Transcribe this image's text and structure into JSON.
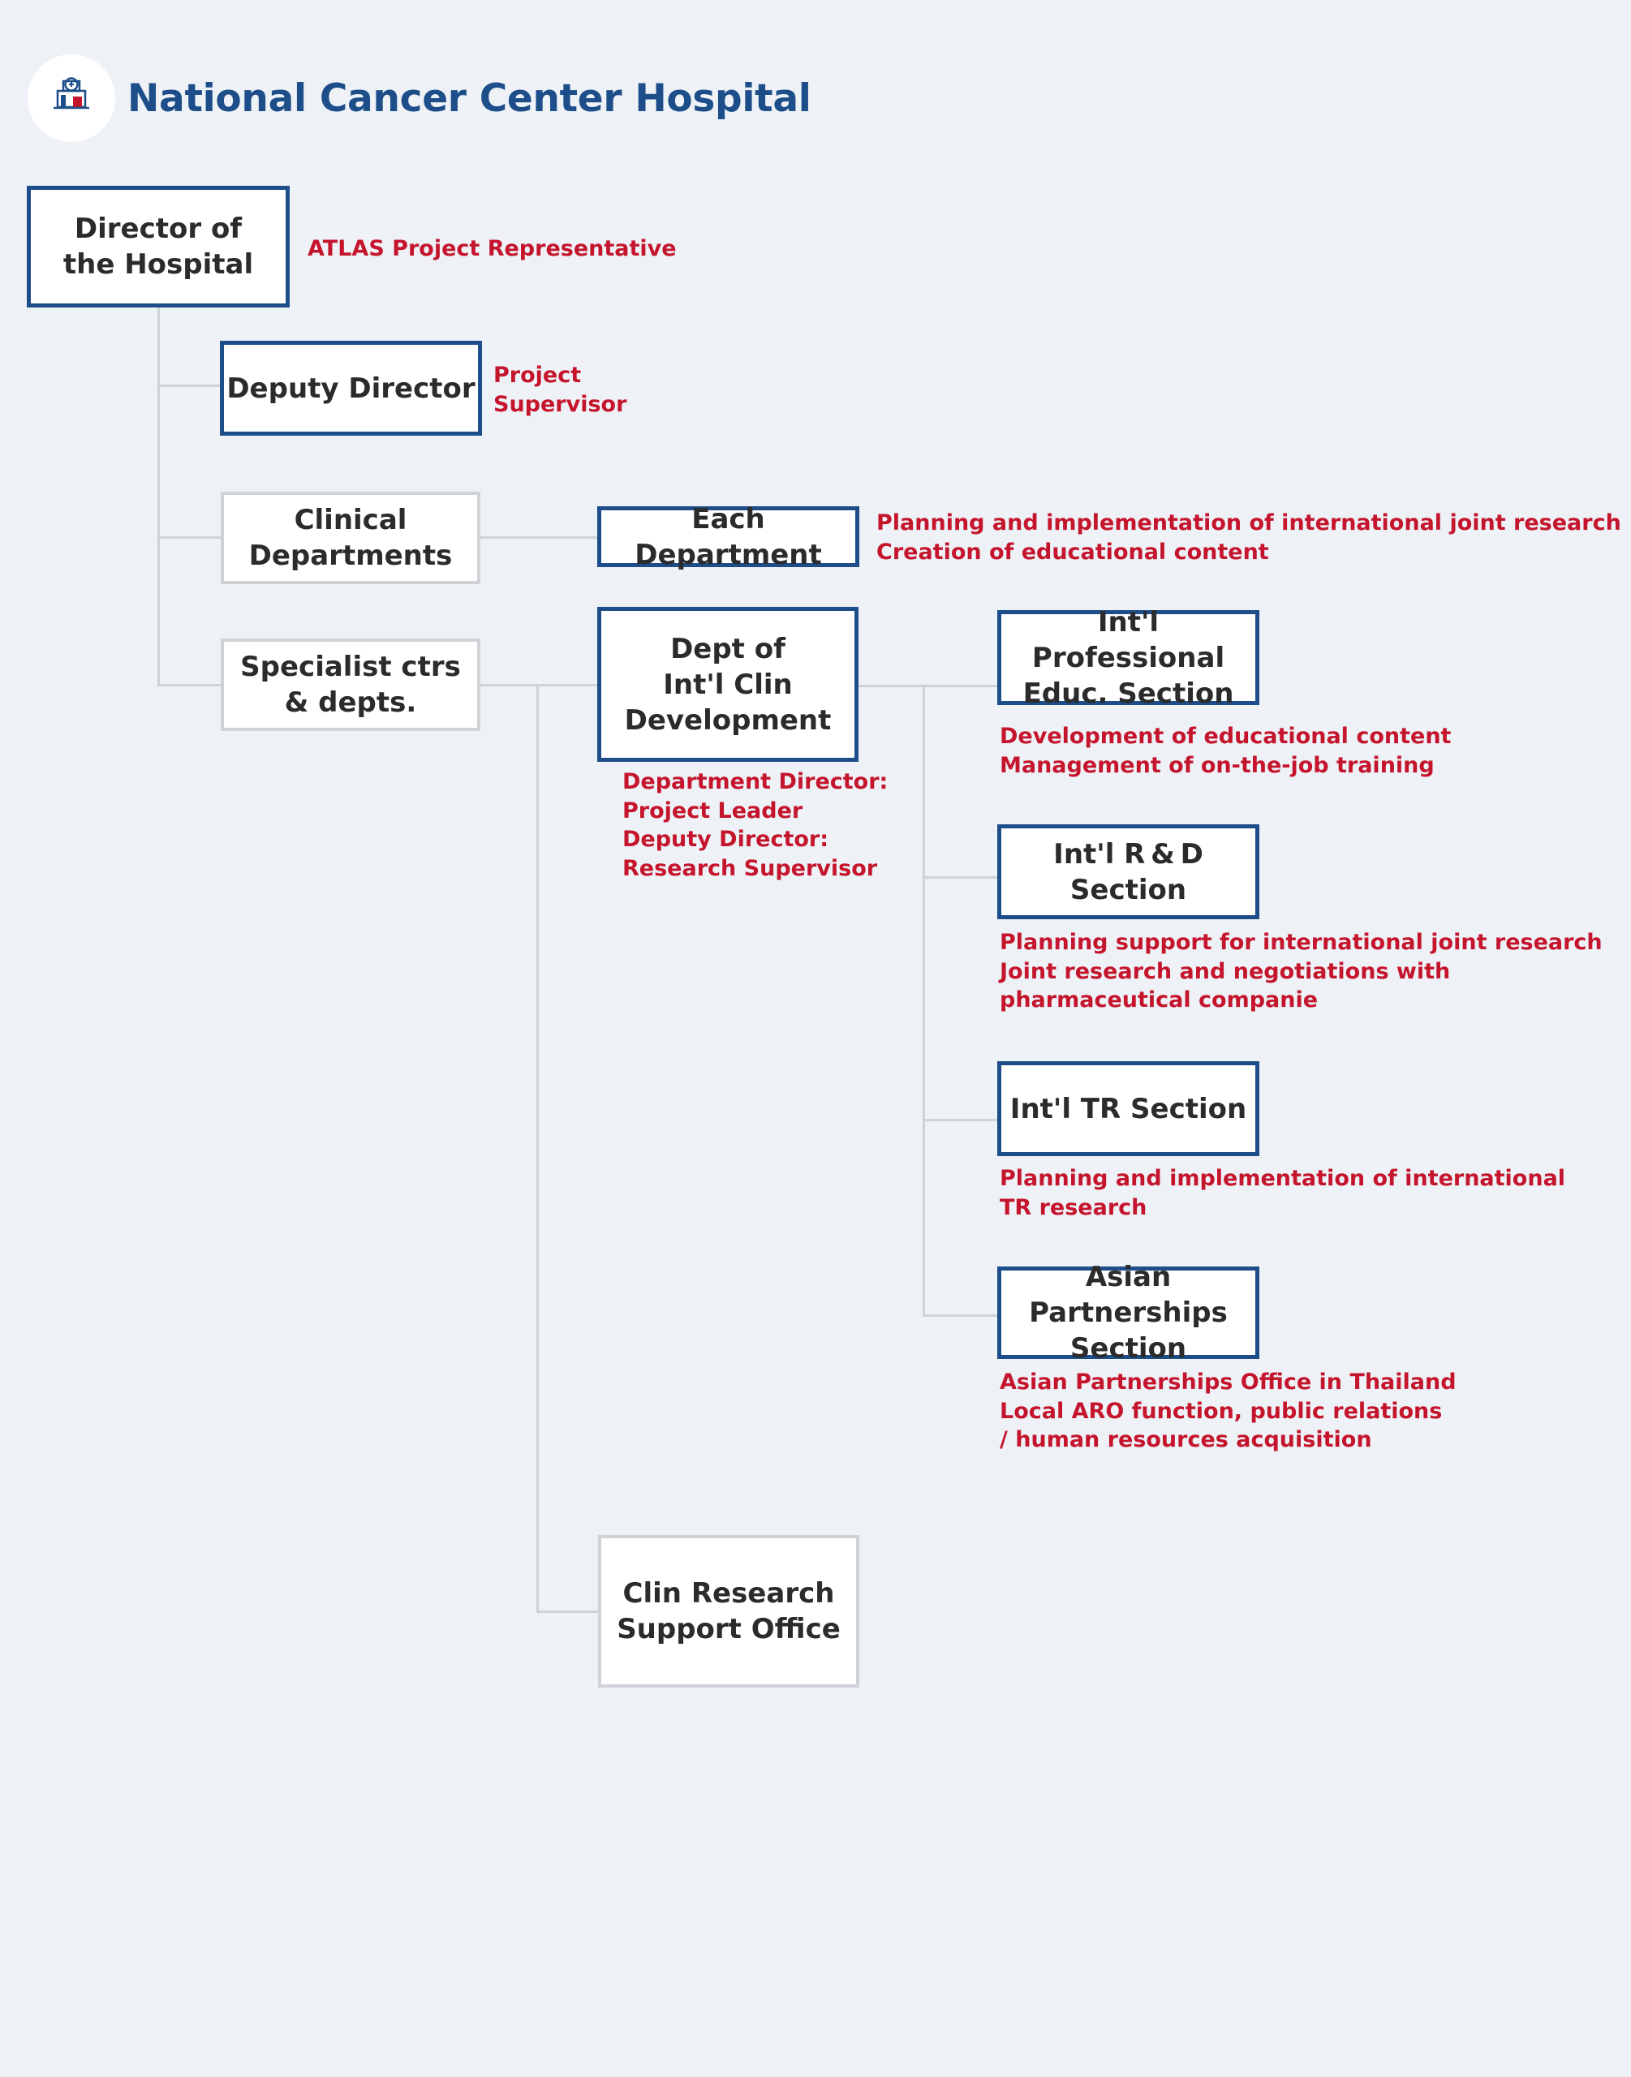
{
  "header": {
    "title": "National Cancer Center Hospital",
    "logo_icon": "hospital-icon"
  },
  "nodes": {
    "director": "Director of\nthe Hospital",
    "deputy_director": "Deputy Director",
    "clinical_departments": "Clinical\nDepartments",
    "specialist_ctrs": "Specialist ctrs\n& depts.",
    "each_department": "Each Department",
    "dept_intl_clin_dev": "Dept of\nInt'l Clin\nDevelopment",
    "intl_prof_educ": "Int'l Professional\nEduc. Section",
    "intl_rd": "Int'l R & D Section",
    "intl_tr": "Int'l TR Section",
    "asian_partnerships": "Asian Partnerships\nSection",
    "clin_research_support": "Clin Research\nSupport Office"
  },
  "notes": {
    "director": "ATLAS Project Representative",
    "deputy_director": "Project\nSupervisor",
    "each_department": "Planning and implementation of international joint research\nCreation of educational content",
    "dept_intl_clin_dev": "Department Director:\nProject Leader\nDeputy Director:\nResearch Supervisor",
    "intl_prof_educ": "Development of educational content\nManagement of on-the-job training",
    "intl_rd": "Planning support for international joint research\nJoint research and negotiations with\npharmaceutical companie",
    "intl_tr": "Planning and implementation of international\nTR research",
    "asian_partnerships": "Asian Partnerships Office in Thailand\nLocal ARO function, public relations\n/ human resources acquisition"
  },
  "colors": {
    "background": "#eef2f7",
    "title": "#1d4e89",
    "box_border_primary": "#1d4e89",
    "box_border_secondary": "#cfd3d8",
    "note_text": "#c5152d",
    "connector": "#cfd3d8"
  }
}
